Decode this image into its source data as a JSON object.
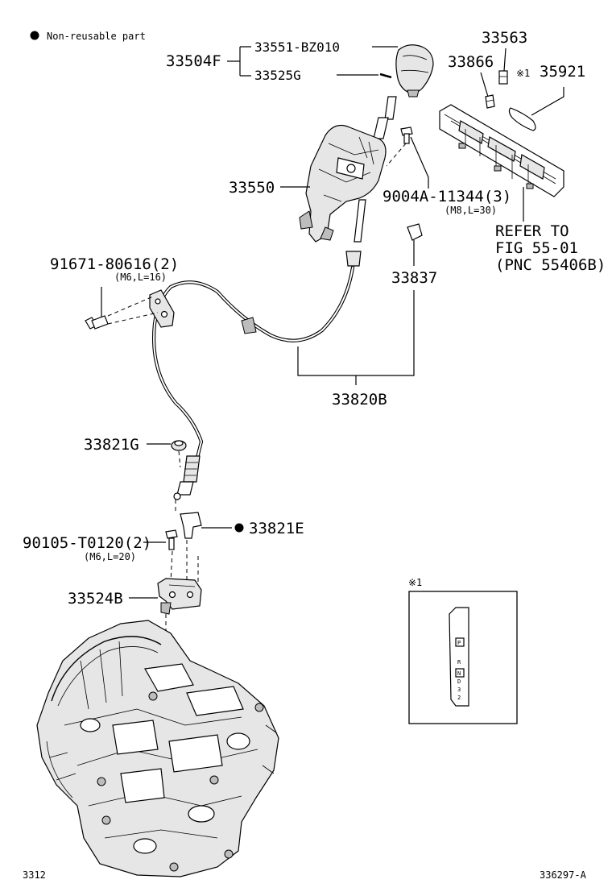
{
  "legend": {
    "text": "Non-reusable part"
  },
  "callouts": {
    "p33504F": "33504F",
    "p33551": "33551-BZ010",
    "p33525G": "33525G",
    "p33563": "33563",
    "p33866": "33866",
    "note1_mark": "※1",
    "p35921": "35921",
    "p33550": "33550",
    "p9004A": "9004A-11344(3)",
    "p9004A_spec": "(M8,L=30)",
    "refer_line1": "REFER TO",
    "refer_line2": "FIG 55-01",
    "refer_line3": "(PNC 55406B)",
    "p91671": "91671-80616(2)",
    "p91671_spec": "(M6,L=16)",
    "p33837": "33837",
    "p33820B": "33820B",
    "p33821G": "33821G",
    "p33821E": "33821E",
    "p90105": "90105-T0120(2)",
    "p90105_spec": "(M6,L=20)",
    "p33524B": "33524B"
  },
  "inset": {
    "mark": "※1",
    "gear_p": "P",
    "gear_r": "R",
    "gear_n": "N",
    "gear_d": "D",
    "gear_3": "3",
    "gear_2": "2"
  },
  "footer": {
    "page": "3312",
    "drawing_id": "336297-A"
  }
}
